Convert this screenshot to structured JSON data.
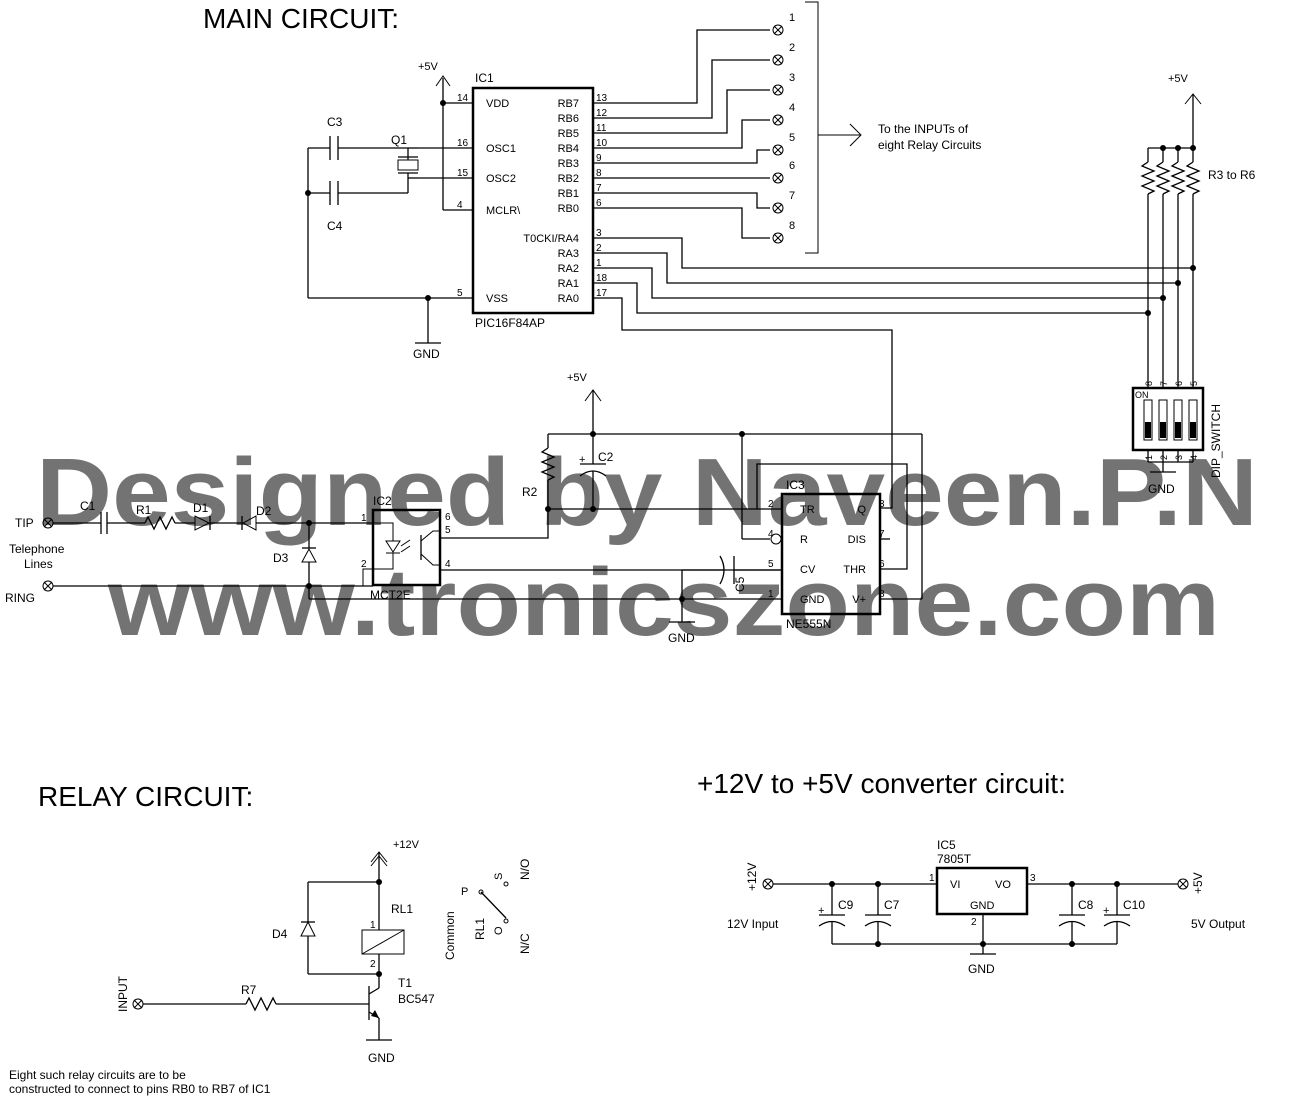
{
  "titles": {
    "main": "MAIN CIRCUIT:",
    "relay": "RELAY CIRCUIT:",
    "converter": "+12V to +5V converter circuit:"
  },
  "watermark": {
    "line1": "Designed by Naveen.P.N",
    "line2": "www.tronicszone.com"
  },
  "supply": {
    "plus5": "+5V",
    "plus12": "+12V",
    "gnd": "GND"
  },
  "ic1": {
    "ref": "IC1",
    "part": "PIC16F84AP",
    "left_pins": [
      {
        "name": "VDD",
        "num": "14"
      },
      {
        "name": "OSC1",
        "num": "16"
      },
      {
        "name": "OSC2",
        "num": "15"
      },
      {
        "name": "MCLR\\",
        "num": "4"
      },
      {
        "name": "VSS",
        "num": "5"
      }
    ],
    "right_pins": [
      {
        "name": "RB7",
        "num": "13"
      },
      {
        "name": "RB6",
        "num": "12"
      },
      {
        "name": "RB5",
        "num": "11"
      },
      {
        "name": "RB4",
        "num": "10"
      },
      {
        "name": "RB3",
        "num": "9"
      },
      {
        "name": "RB2",
        "num": "8"
      },
      {
        "name": "RB1",
        "num": "7"
      },
      {
        "name": "RB0",
        "num": "6"
      },
      {
        "name": "T0CKI/RA4",
        "num": "3"
      },
      {
        "name": "RA3",
        "num": "2"
      },
      {
        "name": "RA2",
        "num": "1"
      },
      {
        "name": "RA1",
        "num": "18"
      },
      {
        "name": "RA0",
        "num": "17"
      }
    ]
  },
  "components": {
    "c1": "C1",
    "c2": "C2",
    "c3": "C3",
    "c4": "C4",
    "c5": "C5",
    "c7": "C7",
    "c8": "C8",
    "c9": "C9",
    "c10": "C10",
    "q1": "Q1",
    "r1": "R1",
    "r2": "R2",
    "r7": "R7",
    "r3r6": "R3 to R6",
    "d1": "D1",
    "d2": "D2",
    "d3": "D3",
    "d4": "D4",
    "rl1": "RL1",
    "t1": "T1",
    "t1_part": "BC547"
  },
  "outputs": {
    "terminals": [
      "1",
      "2",
      "3",
      "4",
      "5",
      "6",
      "7",
      "8"
    ],
    "note_line1": "To the INPUTs of",
    "note_line2": "eight Relay Circuits"
  },
  "dip": {
    "label": "DIP_SWITCH",
    "top_nums": [
      "8",
      "7",
      "6",
      "5"
    ],
    "bottom_nums": [
      "1",
      "2",
      "3",
      "4"
    ],
    "on": "ON"
  },
  "ic2": {
    "ref": "IC2",
    "part": "MCT2E",
    "pins": [
      "1",
      "2",
      "4",
      "5",
      "6"
    ]
  },
  "ic3": {
    "ref": "IC3",
    "part": "NE555N",
    "left_pins": [
      {
        "name": "TR",
        "num": "2"
      },
      {
        "name": "R",
        "num": "4"
      },
      {
        "name": "CV",
        "num": "5"
      },
      {
        "name": "GND",
        "num": "1"
      }
    ],
    "right_pins": [
      {
        "name": "Q",
        "num": "3"
      },
      {
        "name": "DIS",
        "num": "7"
      },
      {
        "name": "THR",
        "num": "6"
      },
      {
        "name": "V+",
        "num": "8"
      }
    ]
  },
  "phone": {
    "tip": "TIP",
    "ring": "RING",
    "lines1": "Telephone",
    "lines2": "Lines"
  },
  "relay": {
    "input": "INPUT",
    "common": "Common",
    "p": "P",
    "s": "S",
    "o": "O",
    "no": "N/O",
    "nc": "N/C",
    "coil_pin1": "1",
    "coil_pin2": "2",
    "note_line1": "Eight such relay circuits are to be",
    "note_line2": "constructed to connect to pins RB0 to RB7 of IC1"
  },
  "converter": {
    "ref": "IC5",
    "part": "7805T",
    "vi": "VI",
    "vo": "VO",
    "gnd": "GND",
    "pin1": "1",
    "pin2": "2",
    "pin3": "3",
    "in_label": "+12V",
    "in_text": "12V Input",
    "out_label": "+5V",
    "out_text": "5V Output"
  }
}
